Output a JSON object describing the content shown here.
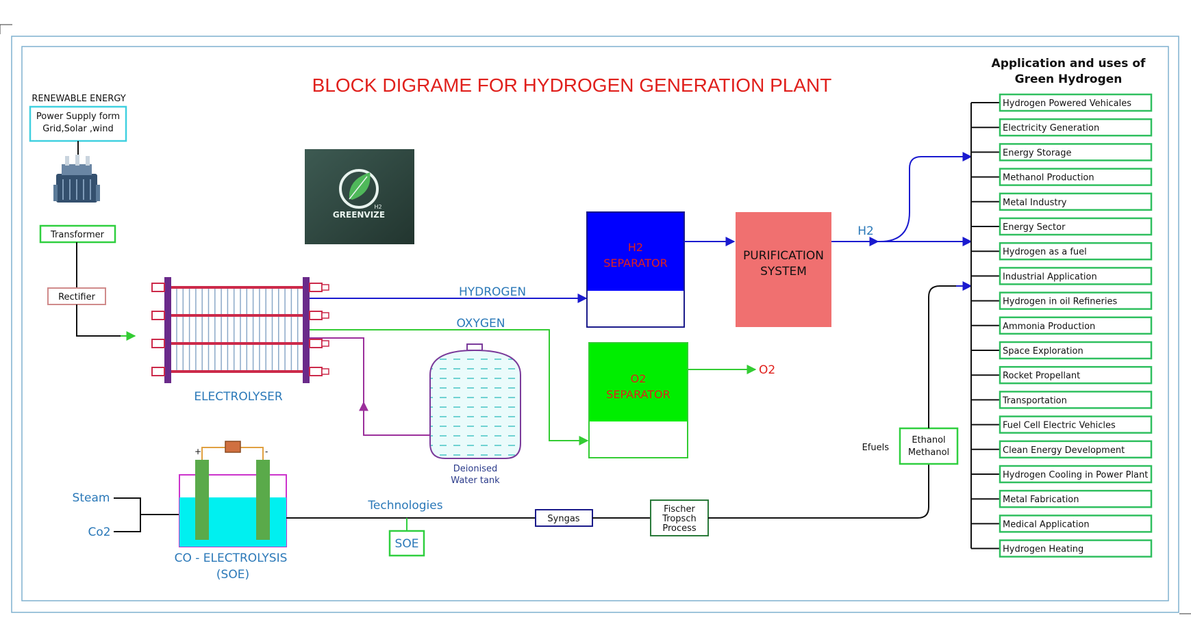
{
  "title": "BLOCK DIGRAME FOR HYDROGEN GENERATION PLANT",
  "colors": {
    "title": "#e0201c",
    "flow_blue": "#1a1acf",
    "flow_green": "#33cc33",
    "flow_purple": "#9b2f9b",
    "label_blue": "#2a78b8",
    "box_green": "#2fbf5f",
    "h2_separator": "#0000ff",
    "o2_separator": "#00ee00",
    "purification": "#f07070",
    "electrolyte": "#00f0f0"
  },
  "renewable": {
    "heading": "RENEWABLE ENERGY",
    "line1": "Power Supply form",
    "line2": "Grid,Solar ,wind"
  },
  "transformer_label": "Transformer",
  "rectifier_label": "Rectifier",
  "electrolyser_label": "ELECTROLYSER",
  "hydrogen_label": "HYDROGEN",
  "oxygen_label": "OXYGEN",
  "h2_separator": {
    "line1": "H2",
    "line2": "SEPARATOR"
  },
  "o2_separator": {
    "line1": "O2",
    "line2": "SEPARATOR"
  },
  "purification": {
    "line1": "PURIFICATION",
    "line2": "SYSTEM"
  },
  "h2_output": "H2",
  "o2_output": "O2",
  "water_tank": {
    "line1": "Deionised",
    "line2": "Water tank"
  },
  "logo": {
    "brand": "GREENVIZE",
    "sub": "H2",
    "icon": "leaf-circuit-icon"
  },
  "steam_label": "Steam",
  "co2_label": "Co2",
  "co_electrolysis": {
    "line1": "CO - ELECTROLYSIS",
    "line2": "(SOE)",
    "plus": "+",
    "minus": "-"
  },
  "technologies_label": "Technologies",
  "soe_label": "SOE",
  "syngas_label": "Syngas",
  "fischer": {
    "line1": "Fischer",
    "line2": "Tropsch",
    "line3": "Process"
  },
  "efuels_label": "Efuels",
  "ethanol": {
    "line1": "Ethanol",
    "line2": "Methanol"
  },
  "applications": {
    "heading1": "Application and uses of",
    "heading2": "Green Hydrogen",
    "items": [
      "Hydrogen Powered Vehicales",
      "Electricity Generation",
      "Energy Storage",
      "Methanol Production",
      "Metal Industry",
      "Energy Sector",
      "Hydrogen as a fuel",
      "Industrial Application",
      "Hydrogen in oil Refineries",
      "Ammonia Production",
      "Space Exploration",
      "Rocket Propellant",
      "Transportation",
      "Fuel Cell Electric Vehicles",
      "Clean Energy Development",
      "Hydrogen Cooling in Power Plant",
      "Metal Fabrication",
      "Medical Application",
      "Hydrogen Heating"
    ]
  }
}
